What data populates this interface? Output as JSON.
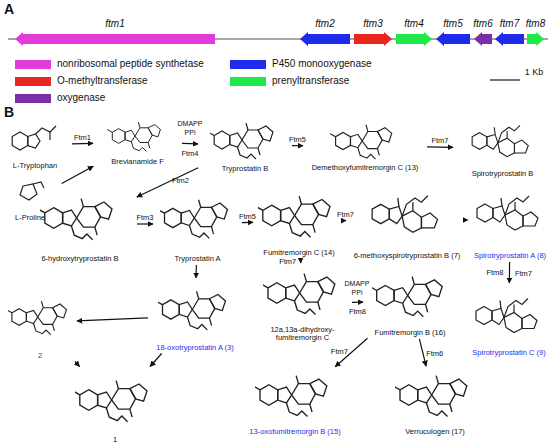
{
  "diagram": {
    "nodes": [
      {
        "text": [
          "ftm1"
        ]
      },
      {
        "text": [
          "ftm2"
        ]
      },
      {
        "text": [
          "ftm3"
        ]
      },
      {
        "text": [
          "ftm4"
        ]
      },
      {
        "text": [
          "ftm5"
        ]
      },
      {
        "text": [
          "ftm6"
        ]
      },
      {
        "text": [
          "ftm7"
        ]
      },
      {
        "text": [
          "ftm8"
        ]
      },
      {
        "text": [
          "L-Tryptophan"
        ]
      },
      {
        "text": [
          "L-Proline"
        ]
      },
      {
        "text": [
          "Brevianamide F"
        ]
      },
      {
        "text": [
          "Tryprostatin B"
        ]
      },
      {
        "text": [
          "Demethoxyfumitremorgin C (13)"
        ]
      },
      {
        "text": [
          "Spirotryprostatin B"
        ]
      },
      {
        "text": [
          "6-hydroxytryprostatin B"
        ]
      },
      {
        "text": [
          "Tryprostatin A"
        ]
      },
      {
        "text": [
          "Fumitremorgin C (14)"
        ]
      },
      {
        "text": [
          "6-methoxyspirotryprostatin B (7)"
        ]
      },
      {
        "text": [
          "Spirotryprostatin A (8)"
        ]
      },
      {
        "text": [
          "18-oxotryprostatin A (3)"
        ]
      },
      {
        "text": [
          "2"
        ]
      },
      {
        "text": [
          "12a,13a-dihydroxy- fumitremorgin C"
        ]
      },
      {
        "text": [
          "Fumitremorgin B (16)"
        ]
      },
      {
        "text": [
          "Spirotryprostatin C (9)"
        ]
      },
      {
        "text": [
          "1"
        ]
      },
      {
        "text": [
          "13-oxofumitremorgin B (15)"
        ]
      },
      {
        "text": [
          "Verruculogen (17)"
        ]
      }
    ],
    "edges": [
      {
        "from": 8,
        "to": 10,
        "label": "Ftm1",
        "arrow": "to"
      },
      {
        "from": 9,
        "to": 10,
        "arrow": "to"
      },
      {
        "from": 10,
        "to": 11,
        "label": "Ftm4",
        "arrow": "to"
      },
      {
        "from": 11,
        "to": 12,
        "label": "Ftm5",
        "arrow": "to"
      },
      {
        "from": 12,
        "to": 13,
        "label": "Ftm7",
        "arrow": "to"
      },
      {
        "from": 11,
        "to": 14,
        "label": "Ftm2",
        "arrow": "to"
      },
      {
        "from": 14,
        "to": 15,
        "label": "Ftm3",
        "arrow": "to"
      },
      {
        "from": 15,
        "to": 16,
        "label": "Ftm5",
        "arrow": "to"
      },
      {
        "from": 16,
        "to": 17,
        "label": "Ftm7",
        "arrow": "to"
      },
      {
        "from": 17,
        "to": 18,
        "arrow": "to"
      },
      {
        "from": 16,
        "to": 21,
        "label": "Ftm7",
        "arrow": "to"
      },
      {
        "from": 21,
        "to": 22,
        "label": "Ftm8",
        "arrow": "to"
      },
      {
        "from": 18,
        "to": 23,
        "label": "Ftm7",
        "arrow": "to"
      },
      {
        "from": 22,
        "to": 26,
        "label": "Ftm6",
        "arrow": "to"
      },
      {
        "from": 22,
        "to": 25,
        "label": "Ftm7",
        "arrow": "to"
      },
      {
        "from": 15,
        "to": 19,
        "arrow": "to"
      },
      {
        "from": 19,
        "to": 20,
        "arrow": "to"
      },
      {
        "from": 20,
        "to": 24,
        "arrow": "to"
      },
      {
        "from": 19,
        "to": 24,
        "arrow": "to"
      }
    ],
    "labels": [
      "A",
      "1 Kb",
      "B",
      "DMAPP",
      "PPi",
      "DMAPP",
      "PPi",
      "Ftm8"
    ],
    "legend": [
      {
        "text": "nonribosomal peptide synthetase",
        "color": "#e33bd9"
      },
      {
        "text": "P450 monooxygenase",
        "color": "#1f2bea"
      },
      {
        "text": "O-methyltransferase",
        "color": "#e8261e"
      },
      {
        "text": "prenyltransferase",
        "color": "#1ee84a"
      },
      {
        "text": "oxygenase",
        "color": "#7b2fa6"
      }
    ]
  }
}
